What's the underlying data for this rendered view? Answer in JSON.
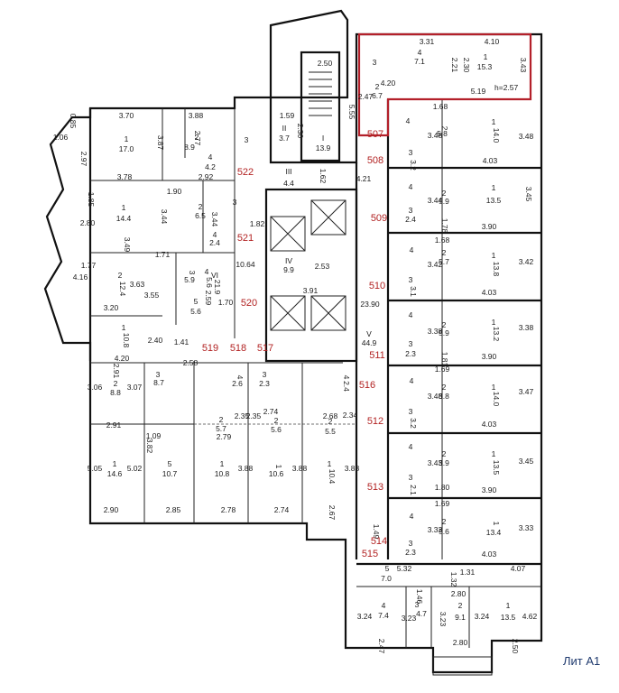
{
  "sheet_label": "Лит А1",
  "highlight_height": "h=2.57",
  "units": [
    "507",
    "508",
    "509",
    "510",
    "511",
    "512",
    "513",
    "514",
    "515",
    "516",
    "517",
    "518",
    "519",
    "520",
    "521",
    "522"
  ],
  "labels": [
    {
      "t": "2.50"
    },
    {
      "t": "3.31"
    },
    {
      "t": "4.10"
    },
    {
      "t": "3"
    },
    {
      "t": "4"
    },
    {
      "t": "7.1"
    },
    {
      "t": "2.21"
    },
    {
      "t": "2.30"
    },
    {
      "t": "1"
    },
    {
      "t": "15.3"
    },
    {
      "t": "3.43"
    },
    {
      "t": "4.20"
    },
    {
      "t": "2"
    },
    {
      "t": "6.7"
    },
    {
      "t": "2.47"
    },
    {
      "t": "5.19"
    },
    {
      "t": "1.68"
    },
    {
      "t": "5.55"
    },
    {
      "t": "3.70"
    },
    {
      "t": "3.88"
    },
    {
      "t": "0.85"
    },
    {
      "t": "1.06"
    },
    {
      "t": "2.97"
    },
    {
      "t": "1"
    },
    {
      "t": "17.0"
    },
    {
      "t": "3.87"
    },
    {
      "t": "2.77"
    },
    {
      "t": "2"
    },
    {
      "t": "8.9"
    },
    {
      "t": "1.59"
    },
    {
      "t": "II"
    },
    {
      "t": "3.7"
    },
    {
      "t": "2.30"
    },
    {
      "t": "I"
    },
    {
      "t": "13.9"
    },
    {
      "t": "3"
    },
    {
      "t": "4"
    },
    {
      "t": "4.2"
    },
    {
      "t": "3.78"
    },
    {
      "t": "2.92"
    },
    {
      "t": "III"
    },
    {
      "t": "4.4"
    },
    {
      "t": "1.62"
    },
    {
      "t": "4.21"
    },
    {
      "t": "1.85"
    },
    {
      "t": "1.90"
    },
    {
      "t": "2.80"
    },
    {
      "t": "1"
    },
    {
      "t": "14.4"
    },
    {
      "t": "3.44"
    },
    {
      "t": "2"
    },
    {
      "t": "6.5"
    },
    {
      "t": "3.44"
    },
    {
      "t": "3"
    },
    {
      "t": "4"
    },
    {
      "t": "2.4"
    },
    {
      "t": "1.82"
    },
    {
      "t": "3.49"
    },
    {
      "t": "1.77"
    },
    {
      "t": "4.16"
    },
    {
      "t": "2"
    },
    {
      "t": "12.4"
    },
    {
      "t": "3.63"
    },
    {
      "t": "1.71"
    },
    {
      "t": "3"
    },
    {
      "t": "5.9"
    },
    {
      "t": "4"
    },
    {
      "t": "5.6"
    },
    {
      "t": "3.55"
    },
    {
      "t": "10.64"
    },
    {
      "t": "VI"
    },
    {
      "t": "21.9"
    },
    {
      "t": "IV"
    },
    {
      "t": "9.9"
    },
    {
      "t": "2.53"
    },
    {
      "t": "3.91"
    },
    {
      "t": "2.59"
    },
    {
      "t": "5"
    },
    {
      "t": "5.6"
    },
    {
      "t": "1.70"
    },
    {
      "t": "3.20"
    },
    {
      "t": "1"
    },
    {
      "t": "10.8"
    },
    {
      "t": "2.40"
    },
    {
      "t": "4.20"
    },
    {
      "t": "1.41"
    },
    {
      "t": "2.58"
    },
    {
      "t": "23.90"
    },
    {
      "t": "V"
    },
    {
      "t": "44.9"
    },
    {
      "t": "2.91"
    },
    {
      "t": "3.06"
    },
    {
      "t": "2"
    },
    {
      "t": "8.8"
    },
    {
      "t": "3.07"
    },
    {
      "t": "3"
    },
    {
      "t": "8.7"
    },
    {
      "t": "4"
    },
    {
      "t": "2.6"
    },
    {
      "t": "3"
    },
    {
      "t": "2.3"
    },
    {
      "t": "4"
    },
    {
      "t": "2.4"
    },
    {
      "t": "2.91"
    },
    {
      "t": "2"
    },
    {
      "t": "5.7"
    },
    {
      "t": "2.35"
    },
    {
      "t": "2.74"
    },
    {
      "t": "2"
    },
    {
      "t": "5.6"
    },
    {
      "t": "2.35"
    },
    {
      "t": "2.68"
    },
    {
      "t": "2"
    },
    {
      "t": "5.5"
    },
    {
      "t": "2.34"
    },
    {
      "t": "2.79"
    },
    {
      "t": "1.09"
    },
    {
      "t": "5.05"
    },
    {
      "t": "1"
    },
    {
      "t": "14.6"
    },
    {
      "t": "5.02"
    },
    {
      "t": "3.82"
    },
    {
      "t": "5"
    },
    {
      "t": "10.7"
    },
    {
      "t": "1"
    },
    {
      "t": "10.8"
    },
    {
      "t": "3.88"
    },
    {
      "t": "1"
    },
    {
      "t": "10.6"
    },
    {
      "t": "3.88"
    },
    {
      "t": "1"
    },
    {
      "t": "10.4"
    },
    {
      "t": "3.88"
    },
    {
      "t": "2.90"
    },
    {
      "t": "2.85"
    },
    {
      "t": "2.78"
    },
    {
      "t": "2.74"
    },
    {
      "t": "2.67"
    },
    {
      "t": "4"
    },
    {
      "t": "3.48"
    },
    {
      "t": "2"
    },
    {
      "t": "5.8"
    },
    {
      "t": "1"
    },
    {
      "t": "14.0"
    },
    {
      "t": "3.48"
    },
    {
      "t": "3"
    },
    {
      "t": "3.2"
    },
    {
      "t": "4.03"
    },
    {
      "t": "4"
    },
    {
      "t": "3.44"
    },
    {
      "t": "2"
    },
    {
      "t": "5.9"
    },
    {
      "t": "1"
    },
    {
      "t": "13.5"
    },
    {
      "t": "3.45"
    },
    {
      "t": "3"
    },
    {
      "t": "2.4"
    },
    {
      "t": "1.78"
    },
    {
      "t": "3.90"
    },
    {
      "t": "1.68"
    },
    {
      "t": "4"
    },
    {
      "t": "3.42"
    },
    {
      "t": "2"
    },
    {
      "t": "5.7"
    },
    {
      "t": "1"
    },
    {
      "t": "13.8"
    },
    {
      "t": "3.42"
    },
    {
      "t": "3"
    },
    {
      "t": "3.1"
    },
    {
      "t": "4.03"
    },
    {
      "t": "4"
    },
    {
      "t": "3.38"
    },
    {
      "t": "2"
    },
    {
      "t": "5.9"
    },
    {
      "t": "1"
    },
    {
      "t": "13.2"
    },
    {
      "t": "3.38"
    },
    {
      "t": "3"
    },
    {
      "t": "2.3"
    },
    {
      "t": "1.81"
    },
    {
      "t": "3.90"
    },
    {
      "t": "1.69"
    },
    {
      "t": "4"
    },
    {
      "t": "3.48"
    },
    {
      "t": "2"
    },
    {
      "t": "5.8"
    },
    {
      "t": "1"
    },
    {
      "t": "14.0"
    },
    {
      "t": "3.47"
    },
    {
      "t": "3"
    },
    {
      "t": "3.2"
    },
    {
      "t": "4.03"
    },
    {
      "t": "4"
    },
    {
      "t": "3.43"
    },
    {
      "t": "2"
    },
    {
      "t": "5.9"
    },
    {
      "t": "1"
    },
    {
      "t": "13.5"
    },
    {
      "t": "3.45"
    },
    {
      "t": "3"
    },
    {
      "t": "2.1"
    },
    {
      "t": "1.80"
    },
    {
      "t": "3.90"
    },
    {
      "t": "1.69"
    },
    {
      "t": "4"
    },
    {
      "t": "3.33"
    },
    {
      "t": "2"
    },
    {
      "t": "5.6"
    },
    {
      "t": "1"
    },
    {
      "t": "13.4"
    },
    {
      "t": "3.33"
    },
    {
      "t": "1.49"
    },
    {
      "t": "3"
    },
    {
      "t": "2.3"
    },
    {
      "t": "4.03"
    },
    {
      "t": "5"
    },
    {
      "t": "5.32"
    },
    {
      "t": "7.0"
    },
    {
      "t": "1.32"
    },
    {
      "t": "1.31"
    },
    {
      "t": "4.07"
    },
    {
      "t": "1.46"
    },
    {
      "t": "2.80"
    },
    {
      "t": "3"
    },
    {
      "t": "4.7"
    },
    {
      "t": "3.23"
    },
    {
      "t": "4"
    },
    {
      "t": "7.4"
    },
    {
      "t": "3.24"
    },
    {
      "t": "3.23"
    },
    {
      "t": "2"
    },
    {
      "t": "9.1"
    },
    {
      "t": "3.24"
    },
    {
      "t": "1"
    },
    {
      "t": "13.5"
    },
    {
      "t": "4.62"
    },
    {
      "t": "2.47"
    },
    {
      "t": "2.80"
    },
    {
      "t": "2.50"
    }
  ]
}
